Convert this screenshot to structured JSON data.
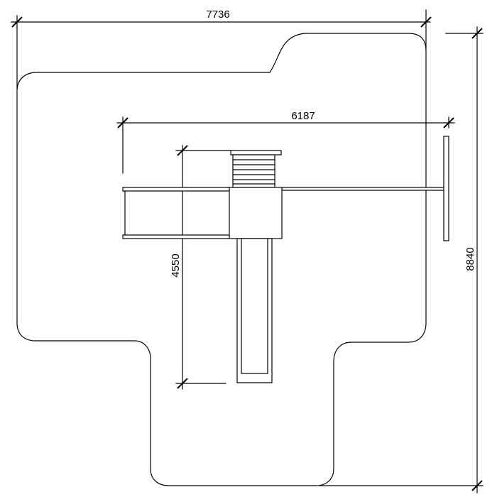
{
  "dimensions": {
    "overall_width": "7736",
    "overall_depth": "8840",
    "structure_width": "6187",
    "structure_depth": "4550"
  }
}
